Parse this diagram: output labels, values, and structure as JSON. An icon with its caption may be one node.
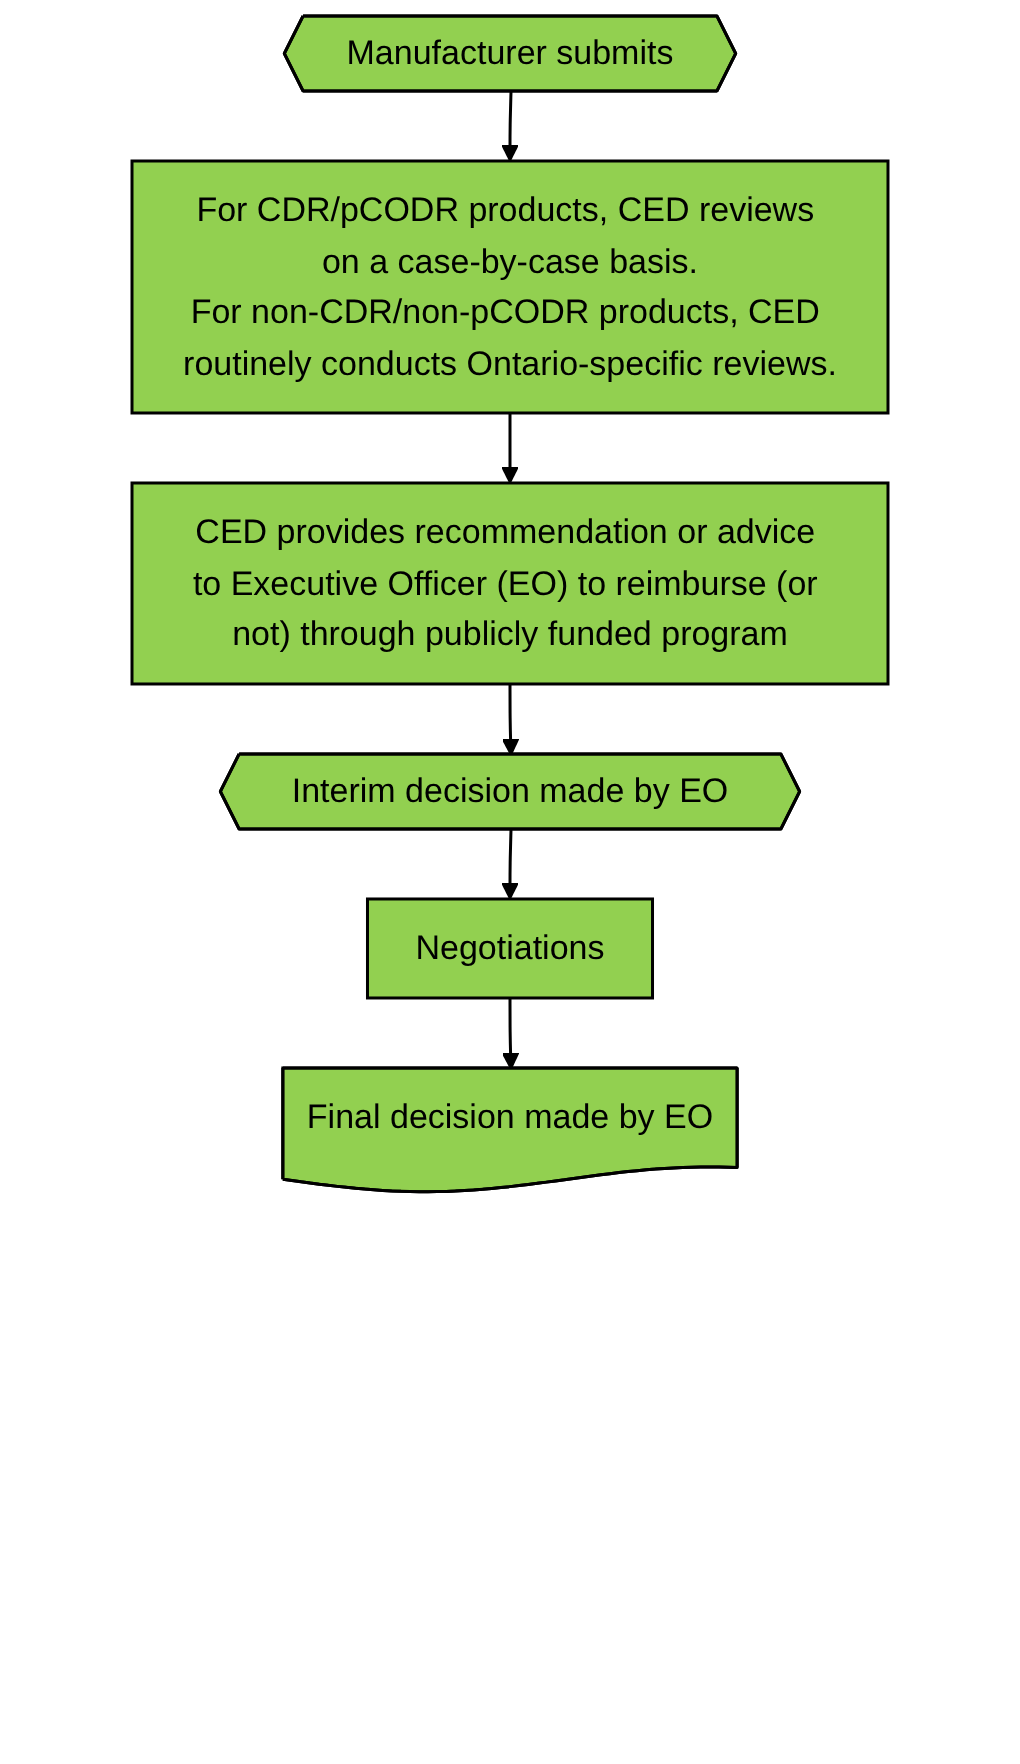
{
  "diagram": {
    "nodes": [
      {
        "text": [
          "Manufacturer submits"
        ]
      },
      {
        "text": [
          "For CDR/pCODR products, CED reviews on a case-by-case basis.",
          "For non-CDR/non-pCODR products, CED routinely conducts Ontario-specific reviews."
        ]
      },
      {
        "text": [
          "CED provides recommendation or advice to Executive Officer (EO) to reimburse (or not) through publicly funded program"
        ]
      },
      {
        "text": [
          "Interim decision made by EO"
        ]
      },
      {
        "text": [
          "Negotiations"
        ]
      },
      {
        "text": [
          "Final decision made by EO"
        ]
      }
    ],
    "edges": [
      {
        "from": 0,
        "to": 1,
        "arrow": "to"
      },
      {
        "from": 1,
        "to": 2,
        "arrow": "to"
      },
      {
        "from": 2,
        "to": 3,
        "arrow": "to"
      },
      {
        "from": 3,
        "to": 4,
        "arrow": "to"
      },
      {
        "from": 4,
        "to": 5,
        "arrow": "to"
      }
    ]
  }
}
